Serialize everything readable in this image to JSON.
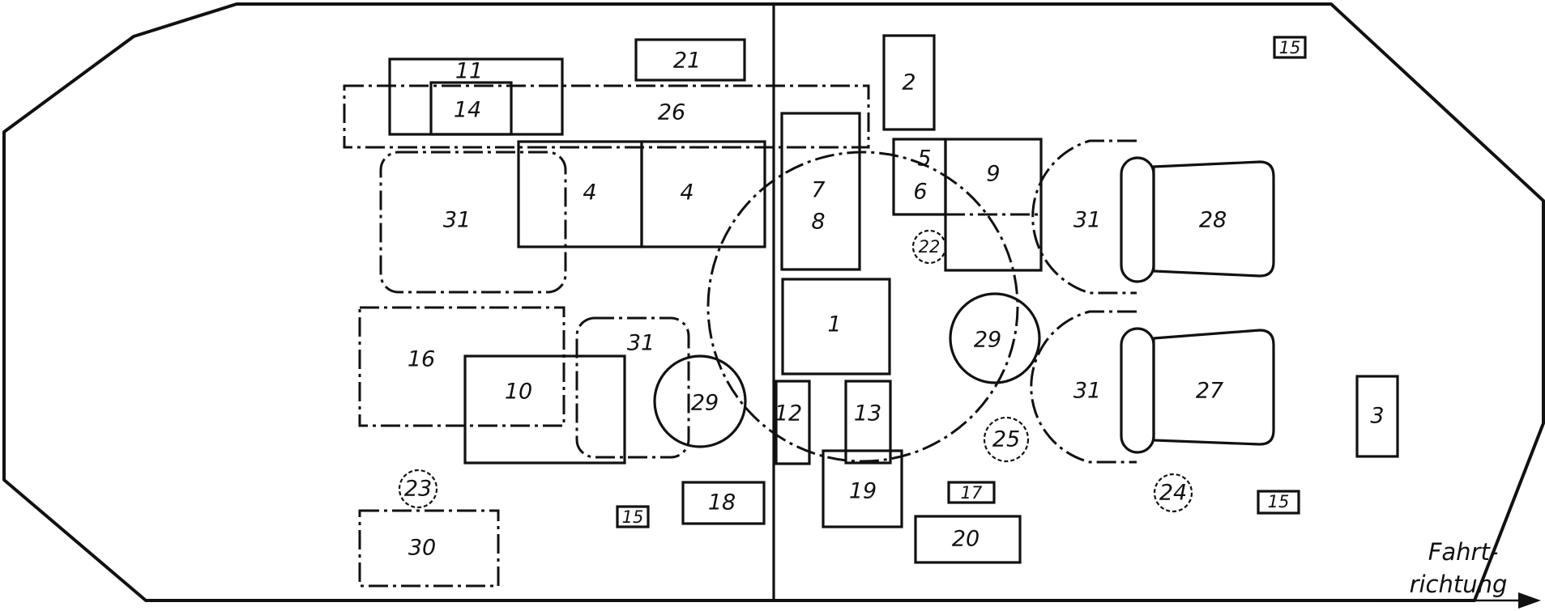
{
  "diagram": {
    "labels": {
      "l1": "1",
      "l2": "2",
      "l3": "3",
      "l4a": "4",
      "l4b": "4",
      "l5": "5",
      "l6": "6",
      "l7": "7",
      "l8": "8",
      "l9": "9",
      "l10": "10",
      "l11": "11",
      "l12": "12",
      "l13": "13",
      "l14": "14",
      "l15a": "15",
      "l15b": "15",
      "l15c": "15",
      "l16": "16",
      "l17": "17",
      "l18": "18",
      "l19": "19",
      "l20": "20",
      "l21": "21",
      "l22": "22",
      "l23": "23",
      "l24": "24",
      "l25": "25",
      "l26": "26",
      "l27": "27",
      "l28": "28",
      "l29a": "29",
      "l29b": "29",
      "l30": "30",
      "l31a": "31",
      "l31b": "31",
      "l31c": "31",
      "l31d": "31"
    },
    "direction": {
      "line1": "Fahrt-",
      "line2": "richtung"
    }
  }
}
